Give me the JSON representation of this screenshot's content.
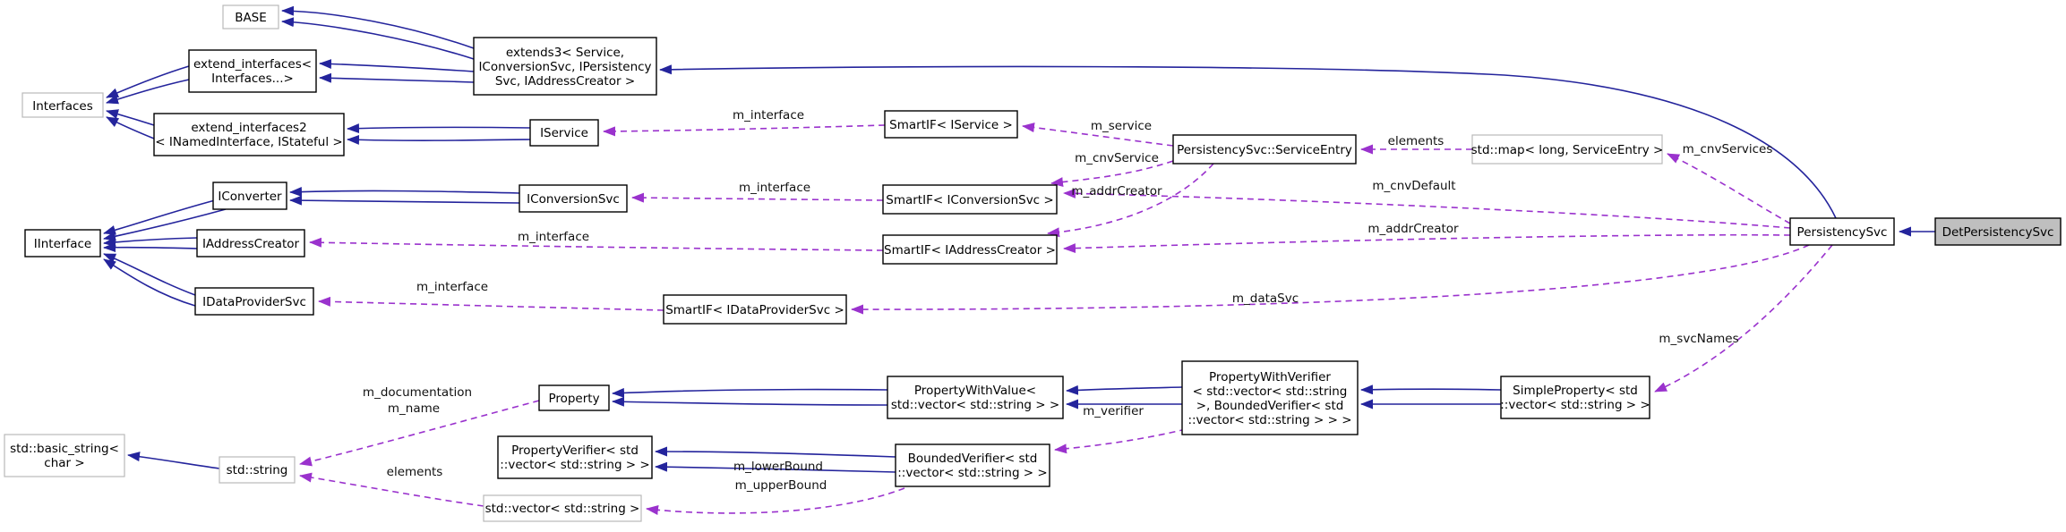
{
  "diagram": {
    "type": "doxygen-collaboration-graph",
    "focus_class": "DetPersistencySvc",
    "colors": {
      "background": "#ffffff",
      "inheritance_edge": "#24249c",
      "usage_edge": "#9a32cd",
      "node_border": "#000000",
      "external_node_border": "#b9b9b9",
      "focus_node_fill": "#bfbfbf"
    }
  },
  "nodes": {
    "base": {
      "label": "BASE",
      "type": "external"
    },
    "extend_interfaces": {
      "lines": [
        "extend_interfaces<",
        "Interfaces...>"
      ]
    },
    "interfaces": {
      "label": "Interfaces",
      "type": "external"
    },
    "extend_interfaces2": {
      "lines": [
        "extend_interfaces2",
        "< INamedInterface, IStateful >"
      ]
    },
    "extends3": {
      "lines": [
        "extends3< Service,",
        "IConversionSvc, IPersistency",
        "Svc, IAddressCreator >"
      ]
    },
    "iservice": {
      "label": "IService"
    },
    "smartif_iservice": {
      "label": "SmartIF< IService >"
    },
    "service_entry": {
      "label": "PersistencySvc::ServiceEntry"
    },
    "std_map": {
      "label": "std::map< long, ServiceEntry >",
      "type": "external"
    },
    "iconverter": {
      "label": "IConverter"
    },
    "iconversionsvc": {
      "label": "IConversionSvc"
    },
    "smartif_iconversionsvc": {
      "label": "SmartIF< IConversionSvc >"
    },
    "iinterface": {
      "label": "IInterface"
    },
    "iaddresscreator": {
      "label": "IAddressCreator"
    },
    "smartif_iaddresscreator": {
      "label": "SmartIF< IAddressCreator >"
    },
    "idataprovidersvc": {
      "label": "IDataProviderSvc"
    },
    "smartif_idataprovidersvc": {
      "label": "SmartIF< IDataProviderSvc >"
    },
    "persistencysvc": {
      "label": "PersistencySvc"
    },
    "detpersistencysvc": {
      "label": "DetPersistencySvc",
      "type": "focus"
    },
    "property": {
      "label": "Property"
    },
    "propertywithvalue": {
      "lines": [
        "PropertyWithValue<",
        "std::vector< std::string > >"
      ]
    },
    "propertywithverifier": {
      "lines": [
        "PropertyWithVerifier",
        "< std::vector< std::string",
        ">, BoundedVerifier< std",
        "::vector< std::string > > >"
      ]
    },
    "simpleproperty": {
      "lines": [
        "SimpleProperty< std",
        "::vector< std::string > >"
      ]
    },
    "propertyverifier": {
      "lines": [
        "PropertyVerifier< std",
        "::vector< std::string > >"
      ]
    },
    "boundedverifier": {
      "lines": [
        "BoundedVerifier< std",
        "::vector< std::string > >"
      ]
    },
    "std_basic_string": {
      "lines": [
        "std::basic_string<",
        "char >"
      ],
      "type": "external"
    },
    "std_string": {
      "label": "std::string",
      "type": "external"
    },
    "std_vector": {
      "label": "std::vector< std::string >",
      "type": "external"
    }
  },
  "edges": {
    "m_interface_iservice": {
      "from": "SmartIF< IService >",
      "to": "IService",
      "style": "usage",
      "label": "m_interface"
    },
    "m_interface_iconversionsvc": {
      "from": "SmartIF< IConversionSvc >",
      "to": "IConversionSvc",
      "style": "usage",
      "label": "m_interface"
    },
    "m_interface_iaddresscreator": {
      "from": "SmartIF< IAddressCreator >",
      "to": "IAddressCreator",
      "style": "usage",
      "label": "m_interface"
    },
    "m_interface_idataprovidersvc": {
      "from": "SmartIF< IDataProviderSvc >",
      "to": "IDataProviderSvc",
      "style": "usage",
      "label": "m_interface"
    },
    "m_service": {
      "from": "PersistencySvc::ServiceEntry",
      "to": "SmartIF< IService >",
      "style": "usage",
      "label": "m_service"
    },
    "m_cnvService": {
      "from": "PersistencySvc::ServiceEntry",
      "to": "SmartIF< IConversionSvc >",
      "style": "usage",
      "label": "m_cnvService"
    },
    "m_addrCreator_entry": {
      "from": "PersistencySvc::ServiceEntry",
      "to": "SmartIF< IAddressCreator >",
      "style": "usage",
      "label": "m_addrCreator"
    },
    "elements_map": {
      "from": "std::map< long, ServiceEntry >",
      "to": "PersistencySvc::ServiceEntry",
      "style": "usage",
      "label": "elements"
    },
    "m_cnvServices": {
      "from": "PersistencySvc",
      "to": "std::map< long, ServiceEntry >",
      "style": "usage",
      "label": "m_cnvServices"
    },
    "m_cnvDefault": {
      "from": "PersistencySvc",
      "to": "SmartIF< IConversionSvc >",
      "style": "usage",
      "label": "m_cnvDefault"
    },
    "m_addrCreator_psvc": {
      "from": "PersistencySvc",
      "to": "SmartIF< IAddressCreator >",
      "style": "usage",
      "label": "m_addrCreator"
    },
    "m_dataSvc": {
      "from": "PersistencySvc",
      "to": "SmartIF< IDataProviderSvc >",
      "style": "usage",
      "label": "m_dataSvc"
    },
    "m_svcNames": {
      "from": "PersistencySvc",
      "to": "SimpleProperty< std::vector< std::string > >",
      "style": "usage",
      "label": "m_svcNames"
    },
    "m_doc_name": {
      "from": "Property",
      "to": "std::string",
      "style": "usage",
      "lines": [
        "m_documentation",
        "m_name"
      ]
    },
    "elements_vector": {
      "from": "std::vector< std::string >",
      "to": "std::string",
      "style": "usage",
      "label": "elements"
    },
    "m_bounds": {
      "from": "BoundedVerifier",
      "to": "std::vector< std::string >",
      "style": "usage",
      "lines": [
        "m_lowerBound",
        "m_upperBound"
      ]
    },
    "m_verifier": {
      "from": "PropertyWithVerifier",
      "to": "BoundedVerifier",
      "style": "usage",
      "label": "m_verifier"
    },
    "i_extends3_base": {
      "from": "extends3",
      "to": "BASE",
      "style": "inheritance",
      "count": 2
    },
    "i_extends3_extend_interfaces": {
      "from": "extends3",
      "to": "extend_interfaces",
      "style": "inheritance",
      "count": 2
    },
    "i_extend_interfaces_interfaces": {
      "from": "extend_interfaces",
      "to": "Interfaces",
      "style": "inheritance",
      "count": 2
    },
    "i_extend_interfaces2_interfaces": {
      "from": "extend_interfaces2",
      "to": "Interfaces",
      "style": "inheritance",
      "count": 2
    },
    "i_iservice_extend_interfaces2": {
      "from": "IService",
      "to": "extend_interfaces2",
      "style": "inheritance",
      "count": 2
    },
    "i_iconversionsvc_iconverter": {
      "from": "IConversionSvc",
      "to": "IConverter",
      "style": "inheritance",
      "count": 2
    },
    "i_iconverter_iinterface": {
      "from": "IConverter",
      "to": "IInterface",
      "style": "inheritance",
      "count": 2
    },
    "i_iaddresscreator_iinterface": {
      "from": "IAddressCreator",
      "to": "IInterface",
      "style": "inheritance",
      "count": 2
    },
    "i_idataprovidersvc_iinterface": {
      "from": "IDataProviderSvc",
      "to": "IInterface",
      "style": "inheritance",
      "count": 2
    },
    "i_stdstring_basicstring": {
      "from": "std::string",
      "to": "std::basic_string< char >",
      "style": "inheritance",
      "count": 1
    },
    "i_pwv_property": {
      "from": "PropertyWithValue",
      "to": "Property",
      "style": "inheritance",
      "count": 2
    },
    "i_pwverifier_pwvalue": {
      "from": "PropertyWithVerifier",
      "to": "PropertyWithValue",
      "style": "inheritance",
      "count": 2
    },
    "i_simpleproperty_pwverifier": {
      "from": "SimpleProperty",
      "to": "PropertyWithVerifier",
      "style": "inheritance",
      "count": 2
    },
    "i_bounded_propertyverifier": {
      "from": "BoundedVerifier",
      "to": "PropertyVerifier",
      "style": "inheritance",
      "count": 2
    },
    "i_detpsvc_psvc": {
      "from": "DetPersistencySvc",
      "to": "PersistencySvc",
      "style": "inheritance",
      "count": 1
    },
    "i_psvc_extends3": {
      "from": "PersistencySvc",
      "to": "extends3",
      "style": "inheritance",
      "count": 1
    }
  }
}
